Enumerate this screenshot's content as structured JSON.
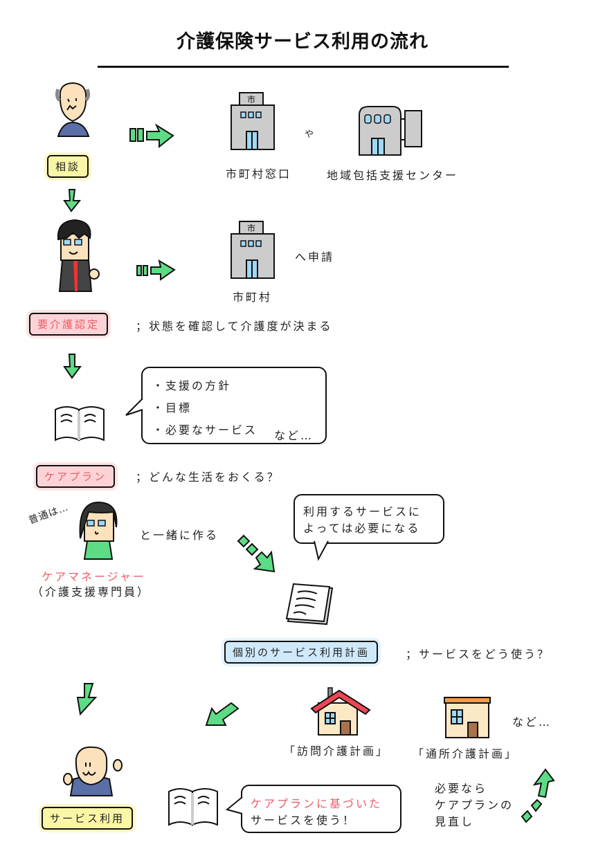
{
  "title": "介護保険サービス利用の流れ",
  "colors": {
    "arrow_green": "#5ddc85",
    "accent_red": "#ef5a67",
    "highlight_yellow": "#fbf6a6",
    "highlight_pink": "#fbd3d6",
    "highlight_blue": "#cfe9fa",
    "skin": "#fbe2bd",
    "shirt_blue": "#5a6fa8",
    "shirt_green": "#5ddc85",
    "building_gray": "#cccccc",
    "window_blue": "#9fd8f5"
  },
  "step1": {
    "label": "相談",
    "or_text": "や",
    "destinations": [
      "市町村窓口",
      "地域包括支援センター"
    ],
    "building_sign": "市"
  },
  "step2": {
    "label": "要介護認定",
    "destination": "市町村",
    "apply_text": "へ申請",
    "description": "；状態を確認して介護度が決まる",
    "building_sign": "市"
  },
  "step3": {
    "label": "ケアプラン",
    "description": "；どんな生活をおくる？",
    "bubble_items": [
      "・支援の方針",
      "・目標",
      "・必要なサービス"
    ],
    "bubble_suffix": "など…"
  },
  "care_manager": {
    "usually": "普通は…",
    "together": "と一緒に作る",
    "title": "ケアマネージャー",
    "subtitle": "（介護支援専門員）"
  },
  "step4": {
    "bubble_lines": [
      "利用するサービスに",
      "よっては必要になる"
    ],
    "label": "個別のサービス利用計画",
    "description": "；サービスをどう使う？",
    "examples": [
      "「訪問介護計画」",
      "「通所介護計画」"
    ],
    "examples_suffix": "など…"
  },
  "step5": {
    "label": "サービス利用",
    "bubble_line1": "ケアプランに基づいた",
    "bubble_line2": "サービスを使う！",
    "review_lines": [
      "必要なら",
      "ケアプランの",
      "見直し"
    ]
  }
}
